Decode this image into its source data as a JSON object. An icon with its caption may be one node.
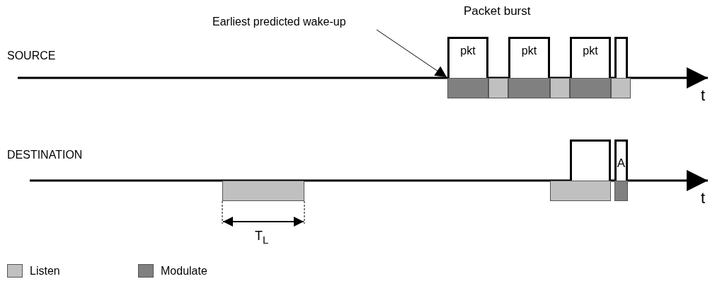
{
  "diagram": {
    "nodes": [
      {
        "text": [
          "Earliest predicted wake-up"
        ]
      },
      {
        "text": [
          "pkt"
        ]
      },
      {
        "text": [
          "pkt"
        ]
      },
      {
        "text": [
          "pkt"
        ]
      },
      {
        "text": [],
        "shape": "box"
      },
      {
        "text": [],
        "shape": "box"
      },
      {
        "text": [
          "A"
        ]
      },
      {
        "text": [],
        "shape": "bar"
      },
      {
        "text": [],
        "shape": "bar"
      },
      {
        "text": [],
        "shape": "bar"
      },
      {
        "text": [],
        "shape": "bar"
      },
      {
        "text": [],
        "shape": "bar"
      },
      {
        "text": [],
        "shape": "bar"
      },
      {
        "text": [],
        "shape": "bar"
      },
      {
        "text": [],
        "shape": "bar"
      },
      {
        "text": [],
        "shape": "bar"
      }
    ],
    "edges": [
      {
        "from": 0,
        "to": 1,
        "arrow": "to"
      }
    ],
    "labels": [
      "Packet burst",
      "SOURCE",
      "t",
      "DESTINATION",
      "t",
      "T$_{L}$"
    ],
    "legend": [
      {
        "text": "Listen",
        "color": "#c0c0c0"
      },
      {
        "text": "Modulate",
        "color": "#808080"
      }
    ]
  }
}
